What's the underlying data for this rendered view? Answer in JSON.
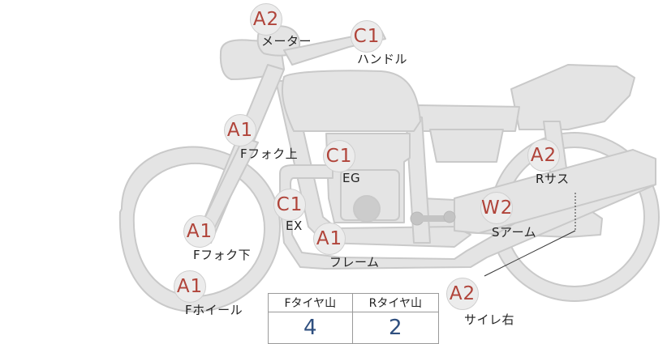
{
  "parts": {
    "meter": {
      "label": "メーター",
      "grade": "A2"
    },
    "handle": {
      "label": "ハンドル",
      "grade": "C1"
    },
    "f_fork_upper": {
      "label": "Fフォク上",
      "grade": "A1"
    },
    "engine": {
      "label": "EG",
      "grade": "C1"
    },
    "exhaust": {
      "label": "EX",
      "grade": "C1"
    },
    "frame": {
      "label": "フレーム",
      "grade": "A1"
    },
    "r_suspension": {
      "label": "Rサス",
      "grade": "A2"
    },
    "swingarm": {
      "label": "Sアーム",
      "grade": "W2"
    },
    "f_fork_lower": {
      "label": "Fフォク下",
      "grade": "A1"
    },
    "f_wheel": {
      "label": "Fホイール",
      "grade": "A1"
    },
    "muffler_right": {
      "label": "サイレ右",
      "grade": "A2"
    }
  },
  "tread": {
    "headers": [
      "Fタイヤ山",
      "Rタイヤ山"
    ],
    "values": [
      "4",
      "2"
    ]
  },
  "colors": {
    "grade": "#b0443a",
    "value": "#2f4f7f",
    "bike_fill": "#e4e4e4",
    "bike_stroke": "#c9c9c9"
  }
}
